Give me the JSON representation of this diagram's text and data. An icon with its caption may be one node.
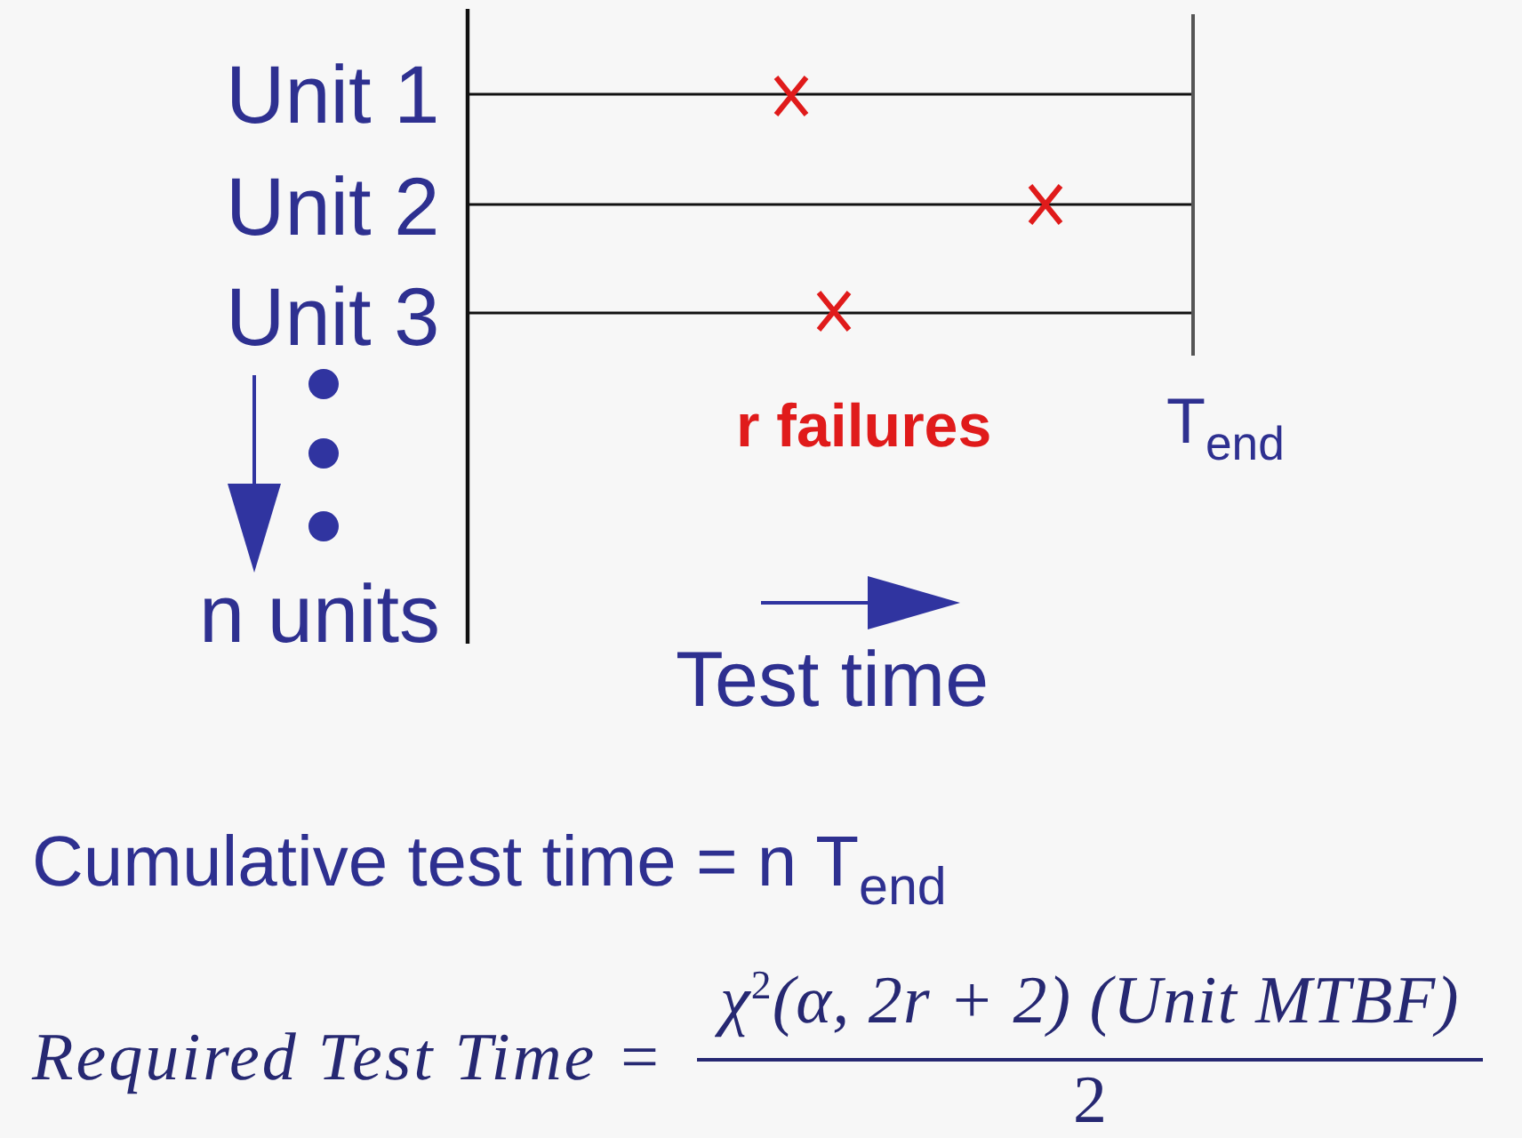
{
  "diagram": {
    "labels": [
      "Unit 1",
      "Unit 2",
      "Unit 3",
      "r failures",
      "T$_{end}$",
      "n units",
      "Test time",
      "Cumulative test time = n T$_{end}$",
      "Required Test Time =",
      "χ$^{2}$(α, 2r + 2) (Unit MTBF)",
      "2"
    ]
  }
}
